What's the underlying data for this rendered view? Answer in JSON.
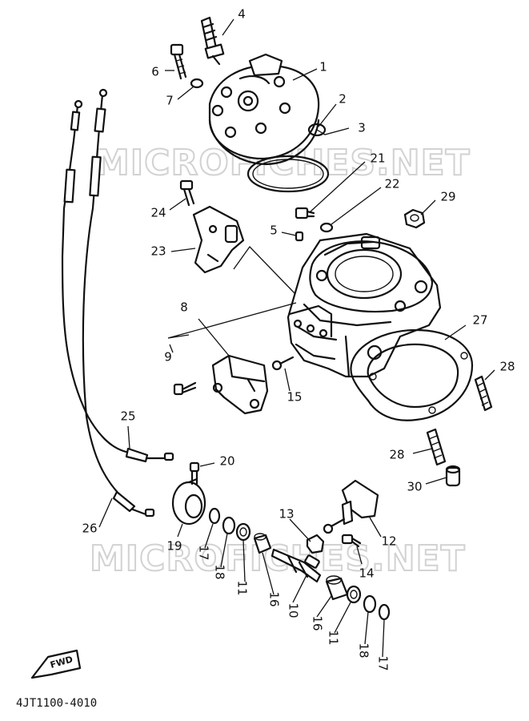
{
  "watermark": "MICROFICHES.NET",
  "diagram_code": "4JT1100-4010",
  "fwd_label": "FWD",
  "callouts": {
    "c1": "1",
    "c2": "2",
    "c3": "3",
    "c4": "4",
    "c5": "5",
    "c6": "6",
    "c7": "7",
    "c8": "8",
    "c9": "9",
    "c10": "10",
    "c11a": "11",
    "c11b": "11",
    "c12": "12",
    "c13": "13",
    "c14": "14",
    "c15": "15",
    "c16a": "16",
    "c16b": "16",
    "c17a": "17",
    "c17b": "17",
    "c18a": "18",
    "c18b": "18",
    "c19": "19",
    "c20": "20",
    "c21": "21",
    "c22": "22",
    "c23": "23",
    "c24": "24",
    "c25": "25",
    "c26": "26",
    "c27": "27",
    "c28a": "28",
    "c28b": "28",
    "c29": "29",
    "c30": "30"
  }
}
